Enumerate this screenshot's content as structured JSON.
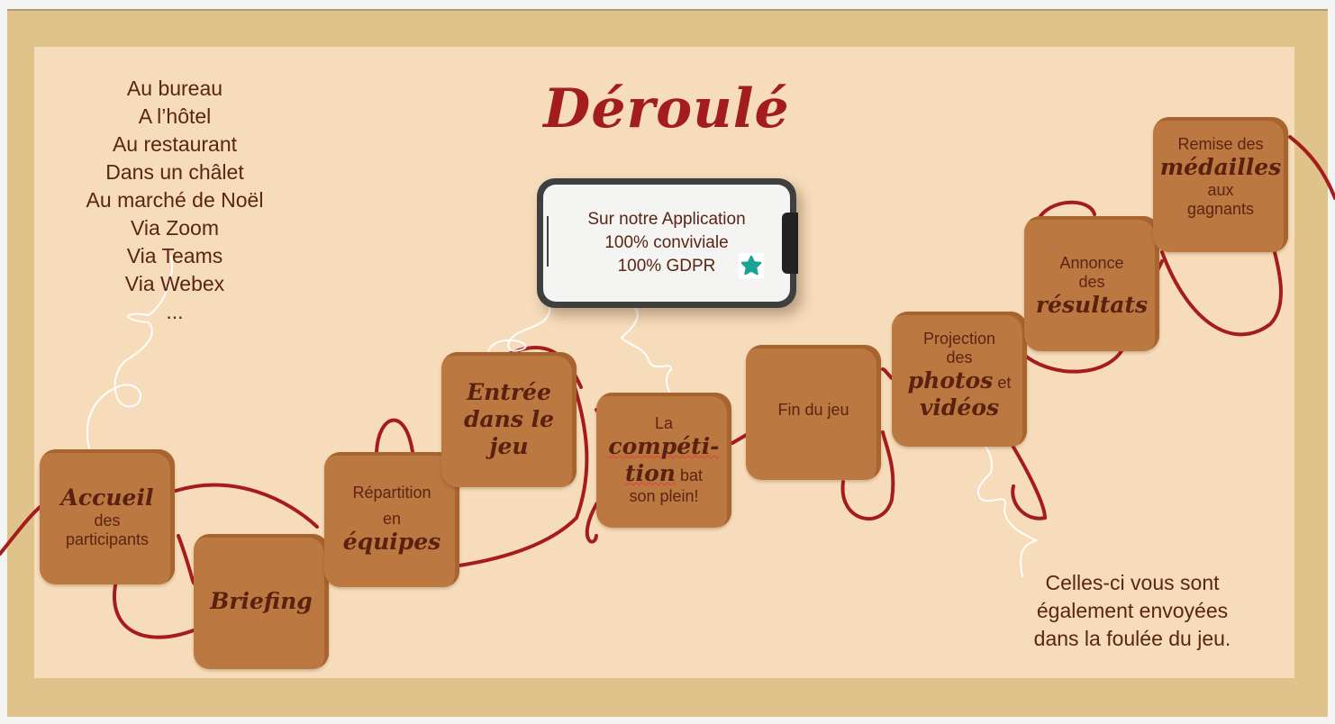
{
  "title": "Déroulé",
  "venues": [
    "Au bureau",
    "A l’hôtel",
    "Au restaurant",
    "Dans un châlet",
    "Au marché de Noël",
    "Via Zoom",
    "Via Teams",
    "Via Webex",
    "..."
  ],
  "phone": {
    "lines": [
      "Sur notre Application",
      "100% conviviale",
      "100% GDPR"
    ],
    "logo_icon": "teal-star-icon",
    "logo_color": "#1aa395"
  },
  "steps": [
    {
      "id": "accueil",
      "parts": [
        {
          "t": "Accueil",
          "style": "b"
        },
        {
          "t": "des",
          "style": "s"
        },
        {
          "t": "participants",
          "style": "s"
        }
      ]
    },
    {
      "id": "briefing",
      "parts": [
        {
          "t": "Briefing",
          "style": "b"
        }
      ]
    },
    {
      "id": "repartition",
      "parts": [
        {
          "t": "Répartition",
          "style": "s"
        },
        {
          "t": "en",
          "style": "s"
        },
        {
          "t": "équipes",
          "style": "b"
        }
      ]
    },
    {
      "id": "entree",
      "parts": [
        {
          "t": "Entrée",
          "style": "b"
        },
        {
          "t": "dans le",
          "style": "b"
        },
        {
          "t": "jeu",
          "style": "b"
        }
      ]
    },
    {
      "id": "competition",
      "parts": [
        {
          "t": "La",
          "style": "s"
        },
        {
          "t": "compéti-",
          "style": "b sq"
        },
        {
          "t": "tion",
          "style": "b sq",
          "tail": " bat"
        },
        {
          "t": "son plein!",
          "style": "s"
        }
      ]
    },
    {
      "id": "fin",
      "parts": [
        {
          "t": "Fin du jeu",
          "style": "s"
        }
      ]
    },
    {
      "id": "projection",
      "parts": [
        {
          "t": "Projection",
          "style": "s"
        },
        {
          "t": "des",
          "style": "s"
        },
        {
          "t": "photos",
          "style": "b",
          "tail": " et"
        },
        {
          "t": "vidéos",
          "style": "b"
        }
      ]
    },
    {
      "id": "annonce",
      "parts": [
        {
          "t": "Annonce",
          "style": "s"
        },
        {
          "t": "des",
          "style": "s"
        },
        {
          "t": "résultats",
          "style": "b"
        }
      ]
    },
    {
      "id": "remise",
      "parts": [
        {
          "t": "Remise des",
          "style": "s"
        },
        {
          "t": "médailles",
          "style": "b"
        },
        {
          "t": "aux",
          "style": "s"
        },
        {
          "t": "gagnants",
          "style": "s"
        }
      ]
    }
  ],
  "note": [
    "Celles-ci vous sont",
    "également envoyées",
    "dans la foulée du jeu."
  ],
  "colors": {
    "frame": "#e0c28b",
    "panel": "#f6dcba",
    "tile": "#bb7841",
    "text": "#5c2412",
    "string": "#a51c1c",
    "title": "#a31c1e"
  }
}
